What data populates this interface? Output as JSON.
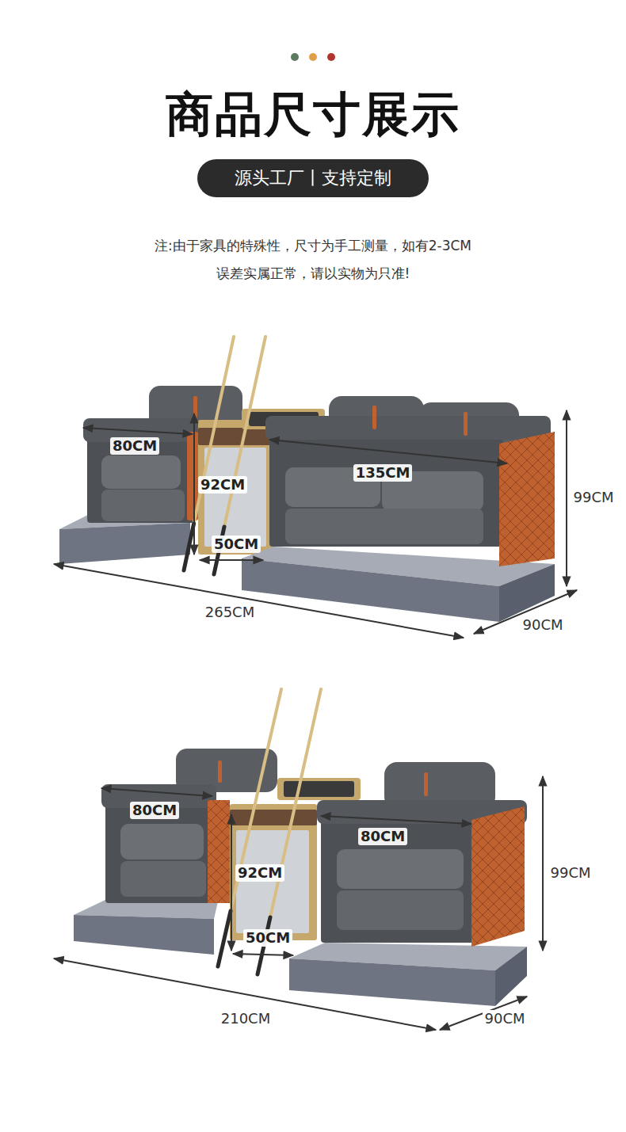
{
  "diagram": {
    "title": "商品尺寸展示",
    "nodes": [
      {
        "text": [
          "源头工厂丨支持定制"
        ]
      }
    ],
    "labels": [
      "注:由于家具的特殊性，尺寸为手工测量，如有2-3CM",
      "误差实属正常，请以实物为只准!",
      "80CM",
      "92CM",
      "50CM",
      "135CM",
      "99CM",
      "265CM",
      "90CM",
      "80CM",
      "80CM",
      "92CM",
      "50CM",
      "99CM",
      "210CM",
      "90CM"
    ]
  }
}
